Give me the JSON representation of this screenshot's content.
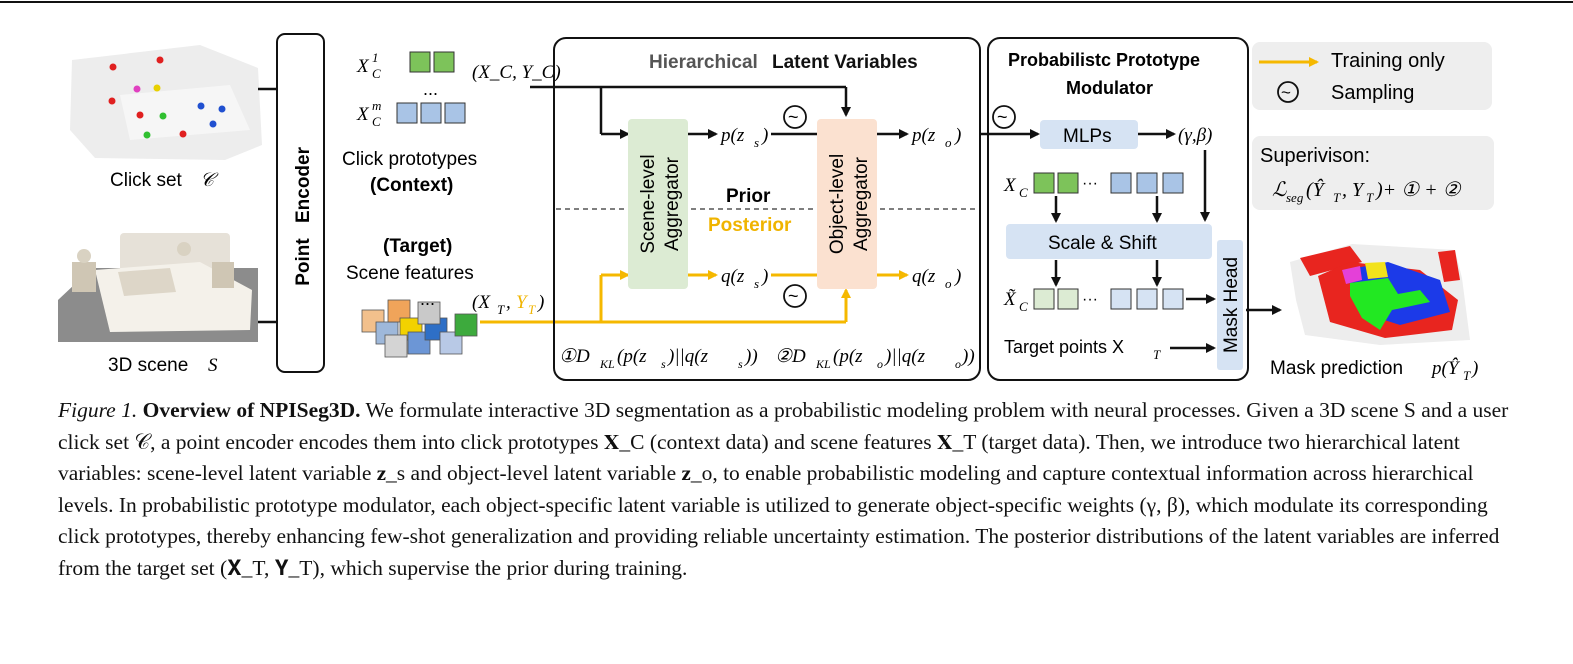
{
  "inputs": {
    "click_set_label": "Click set",
    "click_set_symbol": "𝒞",
    "scene_label": "3D scene",
    "scene_symbol": "S"
  },
  "encoder": {
    "line1": "Encoder",
    "line2": "Point"
  },
  "context": {
    "x1_label": "X",
    "x1_sub": "C",
    "x1_sup": "1",
    "xm_label": "X",
    "xm_sub": "C",
    "xm_sup": "m",
    "ellipsis": "...",
    "pair_label": "(X_C, Y_C)",
    "caption_line1": "Click prototypes",
    "caption_line2": "(Context)"
  },
  "target": {
    "caption_line1": "(Target)",
    "caption_line2": "Scene features",
    "ellipsis": "...",
    "pair_x": "(X",
    "pair_x_sub": "T",
    "pair_y": "Y",
    "pair_y_sub": "T",
    "pair_close": ")"
  },
  "hlv": {
    "title_part1": "Hierarchical",
    "title_part2": "Latent Variables",
    "scene_agg_line1": "Scene-level",
    "scene_agg_line2": "Aggregator",
    "object_agg_line1": "Object-level",
    "object_agg_line2": "Aggregator",
    "p_zs": "p(z",
    "p_zs_sub": "s",
    "p_zo": "p(z",
    "p_zo_sub": "o",
    "q_zs": "q(z",
    "q_zs_sub": "s",
    "q_zo": "q(z",
    "q_zo_sub": "o",
    "prior": "Prior",
    "posterior": "Posterior",
    "kl1": "①D",
    "kl1_sub": "KL",
    "kl1_rest": "(p(z",
    "kl1_rest2": ")||q(z",
    "kl1_rest3": "))",
    "kl2": "②D",
    "kl2_sub": "KL",
    "kl2_rest": "(p(z",
    "kl2_rest2": ")||q(z",
    "kl2_rest3": "))",
    "sampling_glyph": "~"
  },
  "ppm": {
    "title_line1": "Probabilistc Prototype",
    "title_line2": "Modulator",
    "mlps": "MLPs",
    "gamma_beta": "(γ,β)",
    "xc": "X",
    "xc_sub": "C",
    "xc_tilde": "X̃",
    "xc_tilde_sub": "C",
    "ellipsis": "···",
    "scale_shift": "Scale & Shift",
    "mask_head": "Mask Head",
    "target_points": "Target points X",
    "target_points_sub": "T"
  },
  "legend": {
    "training_only": "Training only",
    "sampling": "Sampling",
    "sampling_glyph": "~"
  },
  "supervision": {
    "title": "Superivison:",
    "formula_main": "ℒ",
    "formula_sub": "seg",
    "formula_args": "(Ŷ",
    "formula_args_sub": "T",
    "formula_args2": ", Y",
    "formula_args2_sub": "T",
    "formula_rest": ")+ ① + ②"
  },
  "output": {
    "label": "Mask prediction",
    "formula": "p(Ŷ",
    "formula_sub": "T",
    "formula_close": ")"
  },
  "caption": {
    "figure_label": "Figure 1.",
    "title": "Overview of NPISeg3D.",
    "text": "We formulate interactive 3D segmentation as a probabilistic modeling problem with neural processes. Given a 3D scene S and a user click set 𝒞, a point encoder encodes them into click prototypes 𝐗_C (context data) and scene features 𝐗_T (target data). Then, we introduce two hierarchical latent variables: scene-level latent variable 𝐳_s and object-level latent variable 𝐳_o, to enable probabilistic modeling and capture contextual information across hierarchical levels. In probabilistic prototype modulator, each object-specific latent variable is utilized to generate object-specific weights (γ, β), which modulate its corresponding click prototypes, thereby enhancing few-shot generalization and providing reliable uncertainty estimation. The posterior distributions of the latent variables are inferred from the target set (𝐗_T, 𝐘_T), which supervise the prior during training."
  },
  "colors": {
    "training_arrow": "#F5B800",
    "green_box": "#DCEBD3",
    "peach_box": "#FBE1D0",
    "blue_box": "#D6E3F3",
    "legend_bg": "#EEEEEE",
    "proto_green": "#7DC35A",
    "proto_blue": "#A9C4E6",
    "posterior_text": "#F0B400"
  }
}
